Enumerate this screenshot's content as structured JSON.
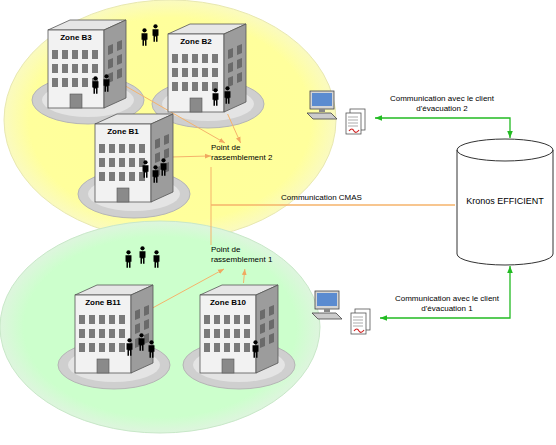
{
  "diagram": {
    "nodes": [
      {
        "text": [
          "Zone B3"
        ]
      },
      {
        "text": [
          "Zone B2"
        ]
      },
      {
        "text": [
          "Communication avec le client d'évacuation 2"
        ]
      },
      {
        "text": [
          "Zone B1"
        ]
      },
      {
        "text": [
          "Point de rassemblement 2"
        ]
      },
      {
        "text": [
          "Kronos EFFICIENT"
        ]
      },
      {
        "text": [
          "Point de rassemblement 1"
        ]
      },
      {
        "text": [
          "Zone B11"
        ]
      },
      {
        "text": [
          "Zone B10"
        ]
      },
      {
        "text": [
          "Communication avec le client d'évacuation 1"
        ]
      }
    ],
    "edges": [
      {
        "from": 0,
        "to": 4,
        "arrow": "to"
      },
      {
        "from": 1,
        "to": 4,
        "arrow": "to"
      },
      {
        "from": 3,
        "to": 4,
        "arrow": "to"
      },
      {
        "from": 7,
        "to": 6,
        "arrow": "to"
      },
      {
        "from": 8,
        "to": 6,
        "arrow": "to"
      },
      {
        "from": 4,
        "to": 5,
        "label": "Communication CMAS",
        "arrow": "none"
      },
      {
        "from": 6,
        "to": 5,
        "arrow": "none"
      },
      {
        "from": 5,
        "to": 2,
        "arrow": "both"
      },
      {
        "from": 5,
        "to": 9,
        "arrow": "both"
      }
    ]
  }
}
